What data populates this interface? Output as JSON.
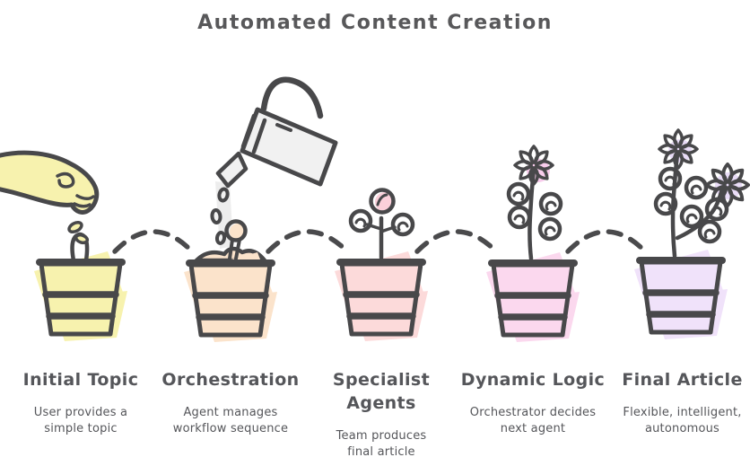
{
  "title": "Automated Content Creation",
  "colors": {
    "background": "#ffffff",
    "outline_ink": "#48484a",
    "text": "#55565a",
    "stage1_fill": "#f7f2ae",
    "stage2_fill": "#fbe3cb",
    "stage3_fill": "#fcdada",
    "stage3_accent": "#fbd0da",
    "stage4_fill": "#fbd8ee",
    "stage4_accent": "#f8ccec",
    "stage5_fill": "#f0e2fa",
    "stage5_accent": "#e9dcf7",
    "watering_can_fill": "#f1f1f1",
    "water_stream": "#ededed"
  },
  "stages": [
    {
      "label": "Initial Topic",
      "label_lines": [
        "Initial Topic"
      ],
      "description": "User provides a simple topic",
      "desc_lines": [
        "User provides a",
        "simple topic"
      ],
      "icon": "hand-planting-seeds-in-pot"
    },
    {
      "label": "Orchestration",
      "label_lines": [
        "Orchestration"
      ],
      "description": "Agent manages workflow sequence",
      "desc_lines": [
        "Agent manages",
        "workflow sequence"
      ],
      "icon": "watering-can-sprouting-pot"
    },
    {
      "label": "Specialist Agents",
      "label_lines": [
        "Specialist",
        "Agents"
      ],
      "description": "Team produces final article",
      "desc_lines": [
        "Team produces",
        "final article"
      ],
      "icon": "budding-seedling-pot"
    },
    {
      "label": "Dynamic Logic",
      "label_lines": [
        "Dynamic Logic"
      ],
      "description": "Orchestrator decides next agent",
      "desc_lines": [
        "Orchestrator decides",
        "next agent"
      ],
      "icon": "single-flower-pot"
    },
    {
      "label": "Final Article",
      "label_lines": [
        "Final Article"
      ],
      "description": "Flexible, intelligent, autonomous",
      "desc_lines": [
        "Flexible, intelligent,",
        "autonomous"
      ],
      "icon": "blooming-flowers-pot"
    }
  ]
}
